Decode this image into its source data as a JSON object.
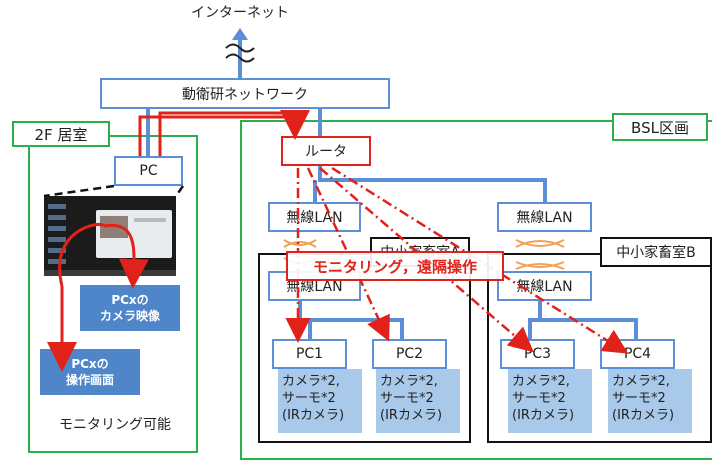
{
  "internet": "インターネット",
  "network": "動衛研ネットワーク",
  "room_2f": "2F 居室",
  "bsl": "BSL区画",
  "pc": "PC",
  "router": "ルータ",
  "wlan_left": "無線LAN",
  "wlan_right": "無線LAN",
  "wlan_a_inner": "無線LAN",
  "wlan_b_inner": "無線LAN",
  "room_a": "中小家畜室A",
  "room_b": "中小家畜室B",
  "monitoring_banner": "モニタリング，遠隔操作",
  "pcx_camera": "PCxの\nカメラ映像",
  "pcx_screen": "PCxの\n操作画面",
  "monitoring_possible": "モニタリング可能",
  "pcs": [
    "PC1",
    "PC2",
    "PC3",
    "PC4"
  ],
  "specs": "カメラ*2,\nサーモ*2\n(IRカメラ)",
  "colors": {
    "network_line": "#5b8ed6",
    "zone_border": "#2fae4d",
    "remote_path": "#e0221b"
  }
}
